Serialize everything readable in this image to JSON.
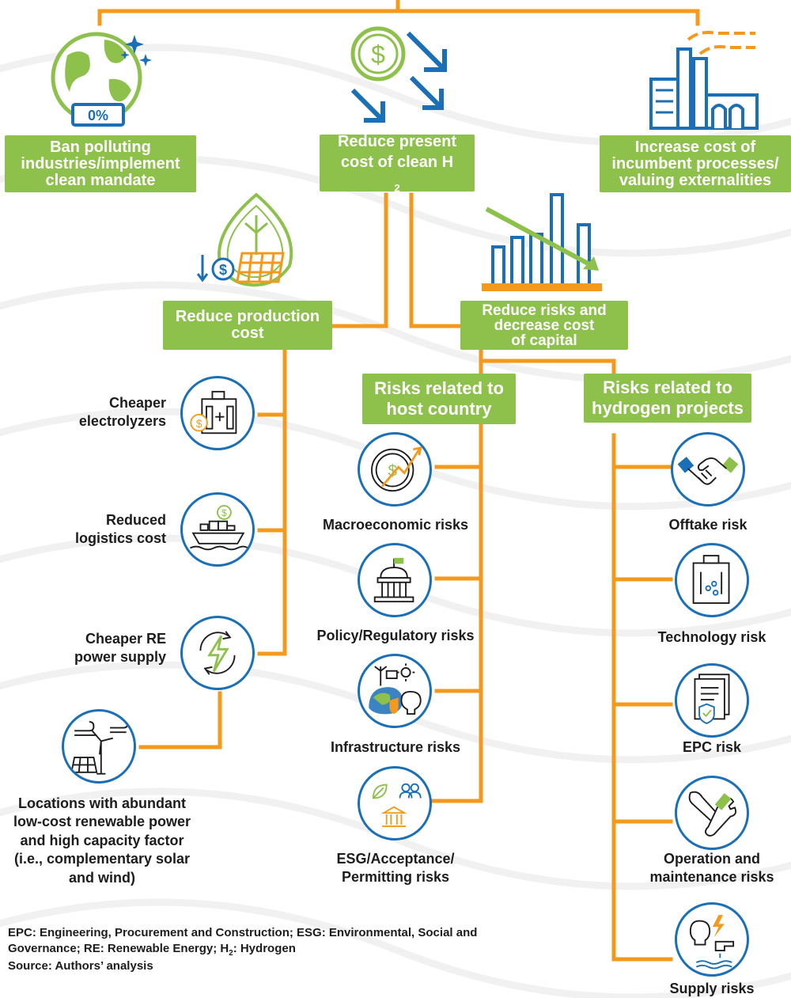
{
  "top_boxes": {
    "ban": [
      "Ban polluting",
      "industries/implement",
      "clean mandate"
    ],
    "reduce_present": [
      "Reduce present",
      "cost of clean H",
      "2"
    ],
    "increase_cost": [
      "Increase cost of",
      "incumbent processes/",
      "valuing externalities"
    ]
  },
  "globe_badge": "0%",
  "mid_boxes": {
    "production": [
      "Reduce production",
      "cost"
    ],
    "risks": [
      "Reduce risks and",
      "decrease cost",
      "of capital"
    ]
  },
  "category_boxes": {
    "host": [
      "Risks related to",
      "host country"
    ],
    "hydrogen": [
      "Risks related to",
      "hydrogen projects"
    ]
  },
  "production_items": [
    [
      "Cheaper",
      "electrolyzers"
    ],
    [
      "Reduced",
      "logistics cost"
    ],
    [
      "Cheaper RE",
      "power supply"
    ]
  ],
  "locations_text": [
    "Locations with abundant",
    "low-cost renewable power",
    "and high capacity factor",
    "(i.e., complementary solar",
    "and wind)"
  ],
  "host_risks": [
    [
      "Macroeconomic risks"
    ],
    [
      "Policy/Regulatory risks"
    ],
    [
      "Infrastructure risks"
    ],
    [
      "ESG/Acceptance/",
      "Permitting risks"
    ]
  ],
  "hydrogen_risks": [
    [
      "Offtake risk"
    ],
    [
      "Technology risk"
    ],
    [
      "EPC risk"
    ],
    [
      "Operation and",
      "maintenance risks"
    ],
    [
      "Supply risks"
    ]
  ],
  "footnote": {
    "line1": "EPC: Engineering, Procurement and Construction; ESG: Environmental, Social and",
    "line2_a": "Governance; RE: Renewable Energy; H",
    "line2_sub": "2",
    "line2_b": ": Hydrogen",
    "line3": "Source: Authors’ analysis"
  },
  "colors": {
    "green": "#8dc14b",
    "orange": "#f39a1e",
    "blue": "#1a6fb6"
  },
  "icons": [
    "globe-icon",
    "sparkle-icon",
    "dollar-arrows-icon",
    "factory-icon",
    "leaf-solar-icon",
    "bar-chart-icon",
    "electrolyzer-icon",
    "ship-icon",
    "power-icon",
    "wind-solar-icon",
    "macro-icon",
    "capitol-icon",
    "infrastructure-icon",
    "esg-icon",
    "handshake-icon",
    "technology-icon",
    "certificate-icon",
    "wrench-icon",
    "supply-icon"
  ]
}
